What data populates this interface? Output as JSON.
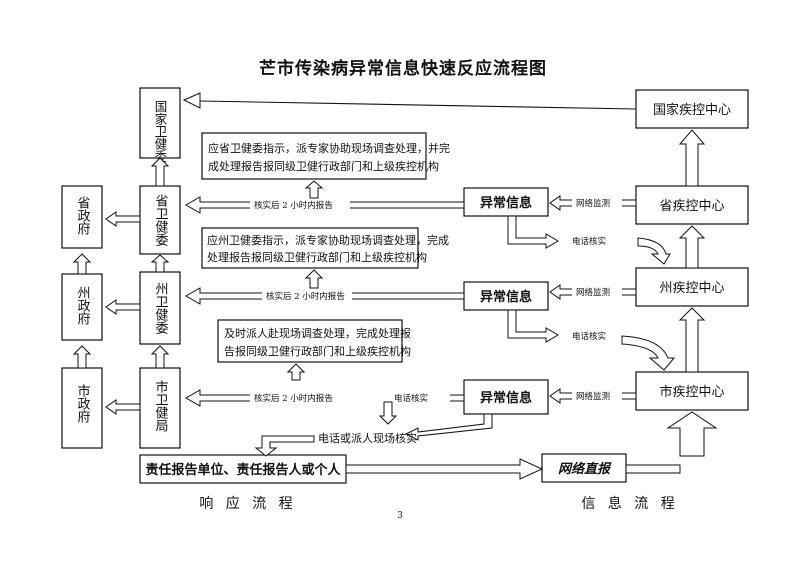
{
  "title": "芒市传染病异常信息快速反应流程图",
  "nodes": {
    "gov_prov_health": "国家卫健委",
    "prov_gov": "省政府",
    "prov_health": "省卫健委",
    "pref_gov": "州政府",
    "pref_health": "州卫健委",
    "city_gov": "市政府",
    "city_health": "市卫健局",
    "national_cdc": "国家疾控中心",
    "prov_cdc": "省疾控中心",
    "pref_cdc": "州疾控中心",
    "city_cdc": "市疾控中心",
    "abnormal_info_1": "异常信息",
    "abnormal_info_2": "异常信息",
    "abnormal_info_3": "异常信息",
    "reporter": "责任报告单位、责任报告人或个人",
    "network_report": "网络直报"
  },
  "notes": {
    "prov_line1": "应省卫健委指示，派专家协助现场调查处理，并完",
    "prov_line2": "成处理报告报同级卫健行政部门和上级疾控机构",
    "pref_line1": "应州卫健委指示，派专家协助现场调查处理，完成",
    "pref_line2": "处理报告报同级卫健行政部门和上级疾控机构",
    "city_line1": "及时派人赴现场调查处理，完成处理报",
    "city_line2": "告报同级卫健行政部门和上级疾控机构"
  },
  "labels": {
    "report_2h_1": "核实后 2 小时内报告",
    "report_2h_2": "核实后 2 小时内报告",
    "report_2h_3": "核实后 2 小时内报告",
    "network_monitor_1": "网络监测",
    "network_monitor_2": "网络监测",
    "network_monitor_3": "网络监测",
    "phone_verify_1": "电话核实",
    "phone_verify_2": "电话核实",
    "phone_verify_3": "电话核实",
    "phone_or_site": "电话或派人现场核实"
  },
  "footer": {
    "response_flow": "响 应 流 程",
    "info_flow": "信 息 流 程",
    "page_number": "3"
  }
}
